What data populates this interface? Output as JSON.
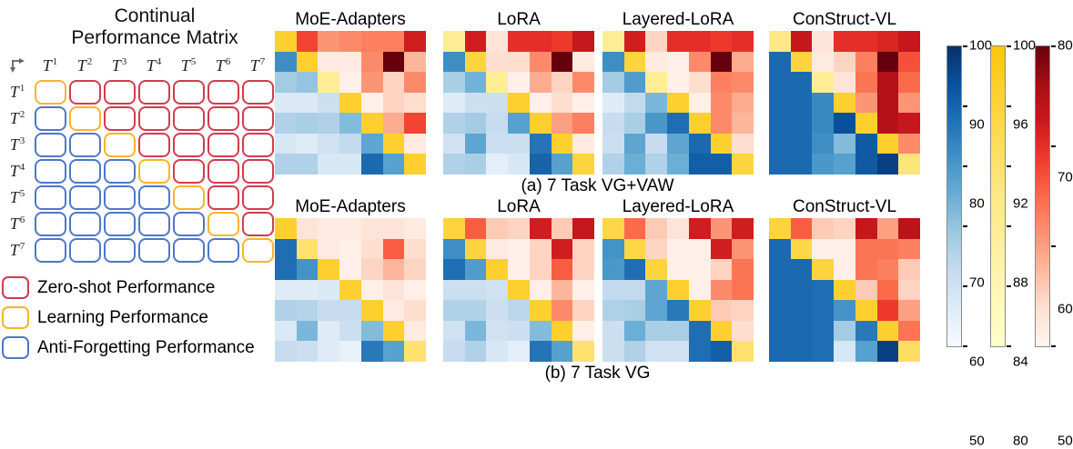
{
  "left_diagram": {
    "title_line1": "Continual",
    "title_line2": "Performance Matrix",
    "task_symbol": "T",
    "task_indices": [
      "1",
      "2",
      "3",
      "4",
      "5",
      "6",
      "7"
    ],
    "corner_icon": "row-col-order-arrows-icon",
    "box_colors": {
      "upper": "#d23b4e",
      "diagonal": "#fcb32a",
      "lower": "#4d77c8"
    },
    "legend": [
      {
        "color": "#d23b4e",
        "label": "Zero-shot Performance"
      },
      {
        "color": "#fcb32a",
        "label": "Learning Performance"
      },
      {
        "color": "#4d77c8",
        "label": "Anti-Forgetting Performance"
      }
    ]
  },
  "chart_data": {
    "type": "heatmap",
    "matrix_size": 7,
    "cell_semantics": {
      "lower_triangle": "anti-forgetting performance, Blues colormap, range 50-100",
      "diagonal": "learning performance, Yellows colormap, range 80-100",
      "upper_triangle": "zero-shot performance, Reds colormap, range 50-80"
    },
    "groups": [
      {
        "caption": "(a) 7 Task VG+VAW",
        "heatmaps": [
          {
            "title": "MoE-Adapters",
            "values": [
              [
                97,
                68,
                61,
                62,
                63,
                63,
                72
              ],
              [
                82,
                97,
                52,
                52,
                62,
                80,
                58
              ],
              [
                68,
                70,
                88,
                51,
                61,
                55,
                62
              ],
              [
                57,
                57,
                61,
                97,
                51,
                55,
                54
              ],
              [
                66,
                67,
                66,
                72,
                97,
                59,
                68
              ],
              [
                58,
                56,
                60,
                63,
                77,
                97,
                52
              ],
              [
                66,
                66,
                58,
                58,
                89,
                78,
                97
              ]
            ]
          },
          {
            "title": "LoRA",
            "values": [
              [
                88,
                72,
                53,
                70,
                70,
                69,
                73
              ],
              [
                82,
                96,
                54,
                54,
                62,
                80,
                52
              ],
              [
                67,
                74,
                88,
                51,
                59,
                55,
                62
              ],
              [
                56,
                61,
                61,
                97,
                51,
                54,
                51
              ],
              [
                66,
                68,
                62,
                78,
                97,
                60,
                63
              ],
              [
                60,
                77,
                61,
                61,
                87,
                97,
                52
              ],
              [
                66,
                67,
                55,
                58,
                90,
                78,
                96
              ]
            ]
          },
          {
            "title": "Layered-LoRA",
            "values": [
              [
                88,
                72,
                55,
                70,
                70,
                69,
                70
              ],
              [
                82,
                96,
                52,
                51,
                62,
                80,
                59
              ],
              [
                68,
                79,
                88,
                51,
                54,
                63,
                62
              ],
              [
                56,
                63,
                73,
                97,
                51,
                62,
                59
              ],
              [
                62,
                67,
                80,
                88,
                97,
                62,
                58
              ],
              [
                61,
                77,
                62,
                77,
                89,
                97,
                54
              ],
              [
                66,
                75,
                66,
                75,
                91,
                91,
                96
              ]
            ]
          },
          {
            "title": "ConStruct-VL",
            "values": [
              [
                90,
                73,
                53,
                70,
                70,
                71,
                73
              ],
              [
                89,
                96,
                52,
                55,
                63,
                80,
                67
              ],
              [
                89,
                89,
                88,
                53,
                64,
                75,
                65
              ],
              [
                89,
                89,
                83,
                97,
                61,
                75,
                61
              ],
              [
                89,
                89,
                83,
                94,
                97,
                75,
                73
              ],
              [
                89,
                89,
                82,
                72,
                92,
                97,
                62
              ],
              [
                89,
                89,
                80,
                78,
                92,
                97,
                91
              ]
            ]
          }
        ]
      },
      {
        "caption": "(b) 7 Task VG",
        "heatmaps": [
          {
            "title": "MoE-Adapters",
            "values": [
              [
                97,
                53,
                52,
                52,
                53,
                53,
                52
              ],
              [
                88,
                92,
                52,
                51,
                54,
                66,
                54
              ],
              [
                88,
                81,
                97,
                51,
                55,
                58,
                55
              ],
              [
                56,
                56,
                57,
                97,
                51,
                53,
                51
              ],
              [
                66,
                65,
                62,
                62,
                97,
                52,
                54
              ],
              [
                57,
                73,
                56,
                61,
                72,
                97,
                52
              ],
              [
                62,
                61,
                56,
                54,
                86,
                78,
                92
              ]
            ]
          },
          {
            "title": "LoRA",
            "values": [
              [
                96,
                66,
                56,
                55,
                72,
                56,
                73
              ],
              [
                82,
                96,
                52,
                51,
                55,
                72,
                55
              ],
              [
                88,
                79,
                97,
                51,
                55,
                66,
                55
              ],
              [
                61,
                61,
                60,
                97,
                51,
                58,
                51
              ],
              [
                66,
                66,
                61,
                64,
                97,
                62,
                55
              ],
              [
                60,
                73,
                60,
                61,
                72,
                97,
                51
              ],
              [
                62,
                66,
                58,
                55,
                87,
                78,
                92
              ]
            ]
          },
          {
            "title": "Layered-LoRA",
            "values": [
              [
                95,
                65,
                56,
                53,
                72,
                61,
                72
              ],
              [
                81,
                95,
                55,
                51,
                51,
                72,
                61
              ],
              [
                80,
                88,
                96,
                51,
                51,
                55,
                64
              ],
              [
                63,
                63,
                77,
                97,
                51,
                62,
                64
              ],
              [
                66,
                67,
                77,
                86,
                97,
                56,
                55
              ],
              [
                61,
                75,
                67,
                67,
                88,
                97,
                54
              ],
              [
                61,
                66,
                60,
                60,
                88,
                91,
                92
              ]
            ]
          },
          {
            "title": "ConStruct-VL",
            "values": [
              [
                96,
                66,
                56,
                55,
                73,
                60,
                74
              ],
              [
                89,
                95,
                51,
                51,
                64,
                64,
                63
              ],
              [
                89,
                89,
                96,
                51,
                64,
                63,
                56
              ],
              [
                89,
                89,
                88,
                97,
                56,
                65,
                55
              ],
              [
                89,
                89,
                88,
                81,
                97,
                69,
                60
              ],
              [
                89,
                89,
                88,
                68,
                86,
                97,
                64
              ],
              [
                89,
                89,
                88,
                58,
                78,
                97,
                93
              ]
            ]
          }
        ]
      }
    ],
    "colorbars": [
      {
        "name": "blues",
        "range": [
          50,
          100
        ],
        "ticks": [
          100,
          90,
          80,
          70,
          60,
          50
        ],
        "min_color": "#f7fbff",
        "max_color": "#08306b"
      },
      {
        "name": "yellows",
        "range": [
          80,
          100
        ],
        "ticks": [
          100,
          96,
          92,
          88,
          84,
          80
        ],
        "min_color": "#ffffcc",
        "max_color": "#fdc60b"
      },
      {
        "name": "reds",
        "range": [
          50,
          80
        ],
        "ticks": [
          80,
          70,
          60,
          50
        ],
        "min_color": "#fff5f0",
        "max_color": "#67000d"
      }
    ]
  }
}
